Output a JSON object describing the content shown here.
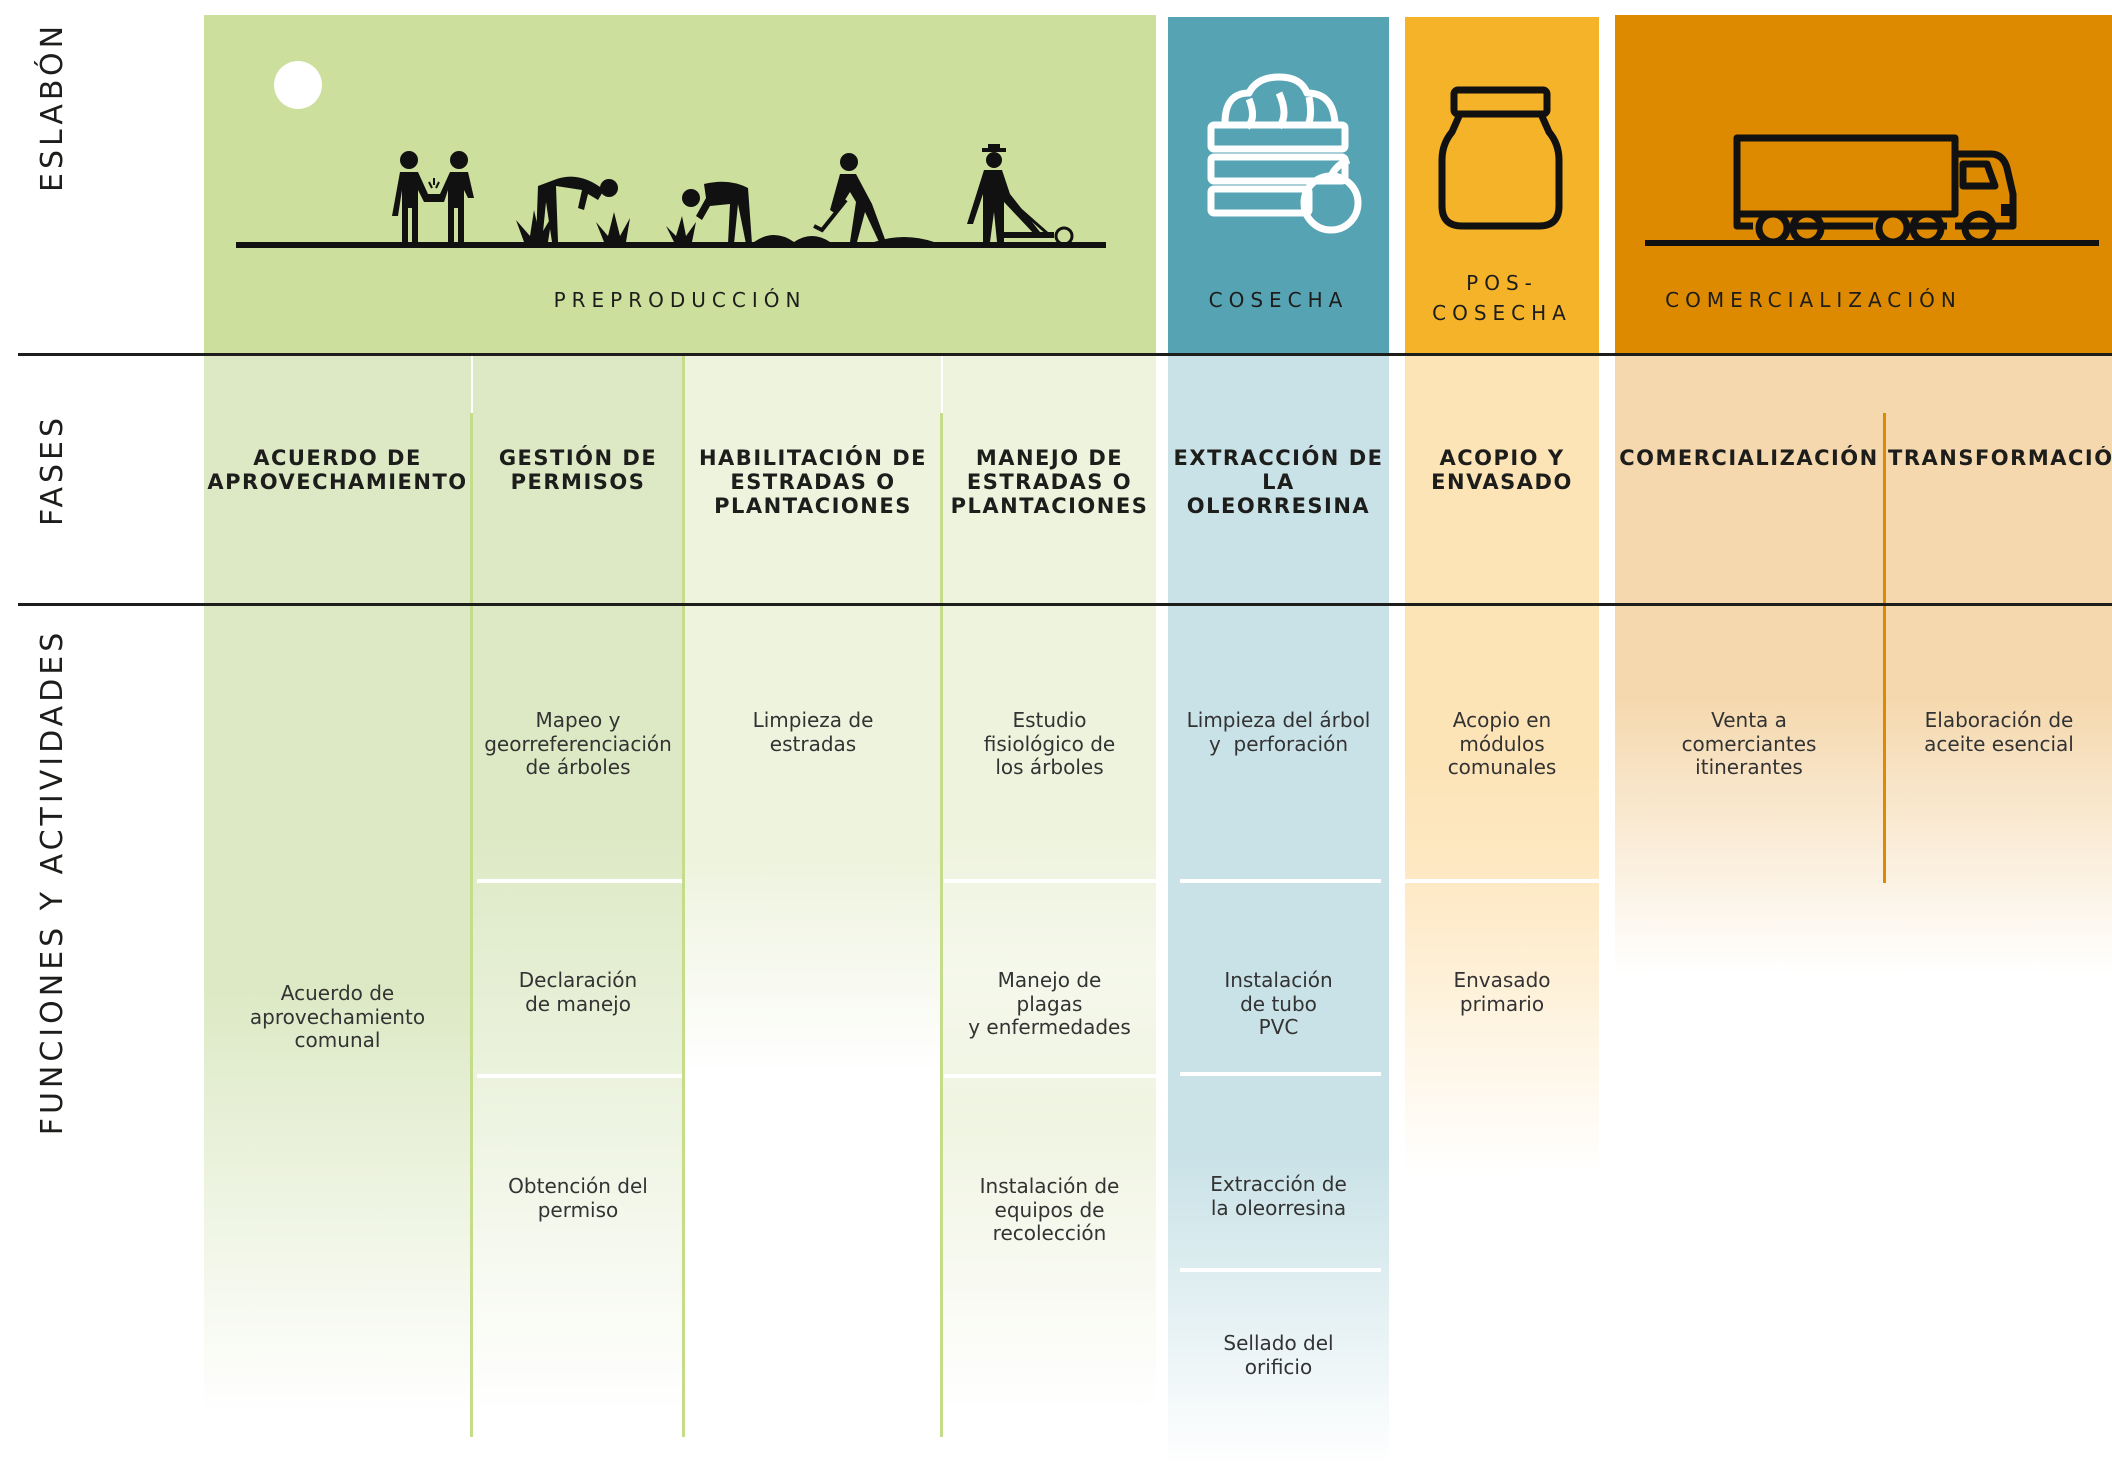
{
  "rows": {
    "eslabon": "ESLABÓN",
    "fases": "FASES",
    "funciones": "FUNCIONES Y ACTIVIDADES"
  },
  "stages": {
    "preproduccion": "PREPRODUCCIÓN",
    "cosecha": "COSECHA",
    "poscosecha_1": "POS-",
    "poscosecha_2": "COSECHA",
    "comercializacion": "COMERCIALIZACIÓN"
  },
  "phases": {
    "acuerdo": [
      "ACUERDO DE",
      "APROVECHAMIENTO"
    ],
    "gestion": [
      "GESTIÓN DE",
      "PERMISOS"
    ],
    "habilitacion": [
      "HABILITACIÓN DE",
      "ESTRADAS O",
      "PLANTACIONES"
    ],
    "manejo": [
      "MANEJO DE",
      "ESTRADAS O",
      "PLANTACIONES"
    ],
    "extraccion": [
      "EXTRACCIÓN DE",
      "LA OLEORRESINA"
    ],
    "acopio": [
      "ACOPIO Y",
      "ENVASADO"
    ],
    "comercializacion": [
      "COMERCIALIZACIÓN"
    ],
    "transformacion": [
      "TRANSFORMACIÓN"
    ]
  },
  "activities": {
    "acuerdo": [
      [
        "Acuerdo de",
        "aprovechamiento",
        "comunal"
      ]
    ],
    "gestion": [
      [
        "Mapeo y",
        "georreferenciación",
        "de árboles"
      ],
      [
        "Declaración",
        "de manejo"
      ],
      [
        "Obtención del",
        "permiso"
      ]
    ],
    "habilitacion": [
      [
        "Limpieza de",
        "estradas"
      ]
    ],
    "manejo": [
      [
        "Estudio",
        "fisiológico de",
        "los árboles"
      ],
      [
        "Manejo de",
        "plagas",
        "y enfermedades"
      ],
      [
        "Instalación de",
        "equipos de",
        "recolección"
      ]
    ],
    "extraccion": [
      [
        "Limpieza del árbol",
        "y  perforación"
      ],
      [
        "Instalación",
        "de tubo",
        "PVC"
      ],
      [
        "Extracción de",
        "la oleorresina"
      ],
      [
        "Sellado del",
        "orificio"
      ]
    ],
    "acopio": [
      [
        "Acopio en",
        "módulos",
        "comunales"
      ],
      [
        "Envasado",
        "primario"
      ]
    ],
    "comercializacion": [
      [
        "Venta a",
        "comerciantes",
        "itinerantes"
      ]
    ],
    "transformacion": [
      [
        "Elaboración de",
        "aceite esencial"
      ]
    ]
  },
  "icons": {
    "preproduccion": "farm-workers-icon",
    "cosecha": "harvest-crate-icon",
    "poscosecha": "jar-icon",
    "comercializacion": "truck-icon",
    "sun": "sun-icon"
  },
  "colors": {
    "preproduccion": "#cddf9d",
    "cosecha": "#56a3b3",
    "poscosecha": "#f5b32a",
    "comercializacion": "#dd8a00"
  }
}
